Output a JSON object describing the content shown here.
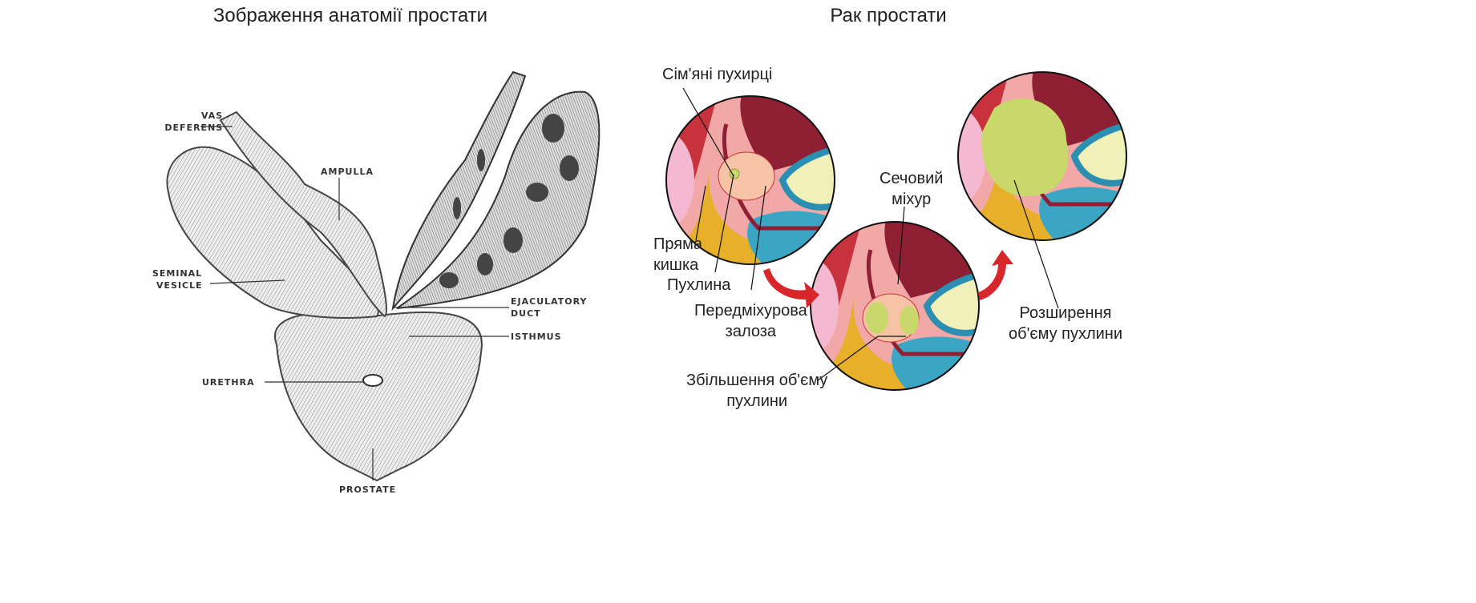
{
  "left_panel": {
    "title": "Зображення анатомії простати",
    "labels": {
      "vas_deferens_1": "VAS",
      "vas_deferens_2": "DEFERENS",
      "ampulla": "AMPULLA",
      "seminal_vesicle_1": "SEMINAL",
      "seminal_vesicle_2": "VESICLE",
      "ejaculatory_duct_1": "EJACULATORY",
      "ejaculatory_duct_2": "DUCT",
      "isthmus": "ISTHMUS",
      "urethra": "URETHRA",
      "prostate": "PROSTATE"
    }
  },
  "right_panel": {
    "title": "Рак простати",
    "labels": {
      "seminal_vesicles": "Сім'яні пухирці",
      "bladder_1": "Сечовий",
      "bladder_2": "міхур",
      "rectum_1": "Пряма",
      "rectum_2": "кишка",
      "tumor": "Пухлина",
      "prostate_1": "Передміхурова",
      "prostate_2": "залоза",
      "tumor_growth_1": "Збільшення об'єму",
      "tumor_growth_2": "пухлини",
      "tumor_expansion_1": "Розширення",
      "tumor_expansion_2": "об'єму пухлини"
    },
    "colors": {
      "arrow": "#d9262b",
      "tumor": "#c9d86a",
      "bladder": "#f0f0b8",
      "tissue": "#e8837f",
      "fat": "#e8b02a",
      "spongy": "#3aa6c4"
    }
  }
}
